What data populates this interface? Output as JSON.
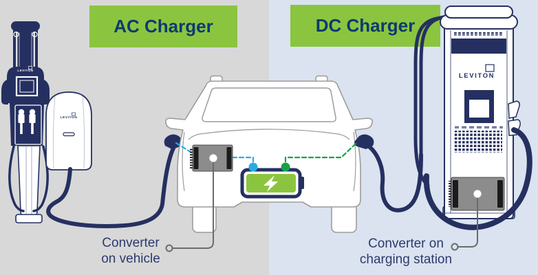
{
  "headers": {
    "ac": "AC Charger",
    "dc": "DC Charger"
  },
  "brand": {
    "name": "LEVITON"
  },
  "captions": {
    "vehicle": {
      "line1": "Converter",
      "line2": "on vehicle"
    },
    "station": {
      "line1": "Converter on",
      "line2": "charging station"
    }
  },
  "colors": {
    "left_bg": "#d8d8d8",
    "right_bg": "#dae3ef",
    "green": "#8bc53f",
    "navy": "#253061",
    "header_text": "#0d3a70",
    "caption_text": "#2d3a6e",
    "ac_connection": "#29abe2",
    "dc_connection": "#17a04b",
    "battery_fill": "#8bc53f",
    "converter_fill": "#8c8c8c",
    "callout": "#6b6b6b",
    "car_outline": "#9c9c9c"
  }
}
